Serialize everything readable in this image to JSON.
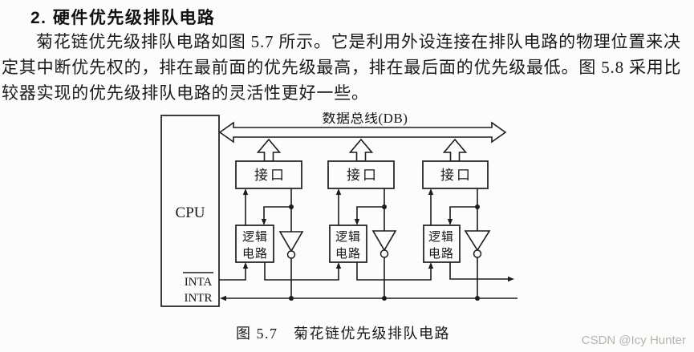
{
  "page": {
    "background": "#fcfcfa",
    "text_color": "#161616",
    "line_color": "#1c1c1c"
  },
  "heading": {
    "text": "2.  硬件优先级排队电路"
  },
  "paragraph": {
    "lines": [
      "菊花链优先级排队电路如图 5.7 所示。它是利用外设连接在排队电路的物理位置来决",
      "定其中断优先权的，排在最前面的优先级最高，排在最后面的优先级最低。图 5.8 采用比",
      "较器实现的优先级排队电路的灵活性更好一些。"
    ]
  },
  "diagram": {
    "bus_label": "数据总线(DB)",
    "cpu": {
      "label": "CPU",
      "inta": "INTA",
      "intr": "INTR"
    },
    "stages": [
      {
        "interface": "接口",
        "logic_top": "逻辑",
        "logic_bottom": "电路"
      },
      {
        "interface": "接口",
        "logic_top": "逻辑",
        "logic_bottom": "电路"
      },
      {
        "interface": "接口",
        "logic_top": "逻辑",
        "logic_bottom": "电路"
      }
    ],
    "caption": "图 5.7　菊花链优先级排队电路"
  },
  "watermark": {
    "text": "CSDN @Icy Hunter",
    "color": "#b9b1b1"
  }
}
